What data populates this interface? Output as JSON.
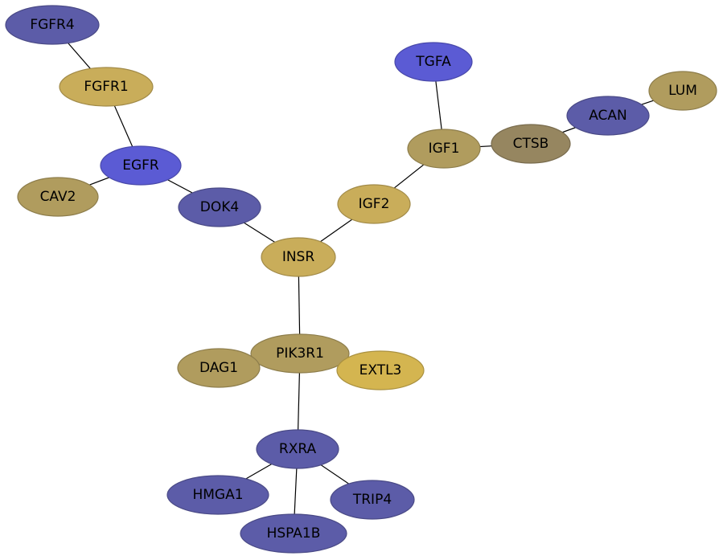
{
  "colors": {
    "blue": "#5b5bd4",
    "blue_dark": "#5c5ca8",
    "gold": "#c9ad5a",
    "gold_dark": "#b09c5e",
    "olive": "#968660",
    "yellow": "#d4b550"
  },
  "nodes": [
    {
      "id": "FGFR4",
      "label": "FGFR4",
      "color": "blue_dark"
    },
    {
      "id": "FGFR1",
      "label": "FGFR1",
      "color": "gold"
    },
    {
      "id": "EGFR",
      "label": "EGFR",
      "color": "blue"
    },
    {
      "id": "CAV2",
      "label": "CAV2",
      "color": "gold_dark"
    },
    {
      "id": "DOK4",
      "label": "DOK4",
      "color": "blue_dark"
    },
    {
      "id": "INSR",
      "label": "INSR",
      "color": "gold"
    },
    {
      "id": "IGF2",
      "label": "IGF2",
      "color": "gold"
    },
    {
      "id": "IGF1",
      "label": "IGF1",
      "color": "gold_dark"
    },
    {
      "id": "TGFA",
      "label": "TGFA",
      "color": "blue"
    },
    {
      "id": "CTSB",
      "label": "CTSB",
      "color": "olive"
    },
    {
      "id": "ACAN",
      "label": "ACAN",
      "color": "blue_dark"
    },
    {
      "id": "LUM",
      "label": "LUM",
      "color": "gold_dark"
    },
    {
      "id": "PIK3R1",
      "label": "PIK3R1",
      "color": "gold_dark"
    },
    {
      "id": "DAG1",
      "label": "DAG1",
      "color": "gold_dark"
    },
    {
      "id": "EXTL3",
      "label": "EXTL3",
      "color": "yellow"
    },
    {
      "id": "RXRA",
      "label": "RXRA",
      "color": "blue_dark"
    },
    {
      "id": "HMGA1",
      "label": "HMGA1",
      "color": "blue_dark"
    },
    {
      "id": "HSPA1B",
      "label": "HSPA1B",
      "color": "blue_dark"
    },
    {
      "id": "TRIP4",
      "label": "TRIP4",
      "color": "blue_dark"
    }
  ],
  "edges": [
    [
      "FGFR4",
      "FGFR1"
    ],
    [
      "FGFR1",
      "EGFR"
    ],
    [
      "EGFR",
      "CAV2"
    ],
    [
      "EGFR",
      "DOK4"
    ],
    [
      "DOK4",
      "INSR"
    ],
    [
      "INSR",
      "IGF2"
    ],
    [
      "IGF2",
      "IGF1"
    ],
    [
      "IGF1",
      "TGFA"
    ],
    [
      "IGF1",
      "CTSB"
    ],
    [
      "CTSB",
      "ACAN"
    ],
    [
      "ACAN",
      "LUM"
    ],
    [
      "INSR",
      "PIK3R1"
    ],
    [
      "PIK3R1",
      "RXRA"
    ],
    [
      "RXRA",
      "HMGA1"
    ],
    [
      "RXRA",
      "HSPA1B"
    ],
    [
      "RXRA",
      "TRIP4"
    ]
  ]
}
